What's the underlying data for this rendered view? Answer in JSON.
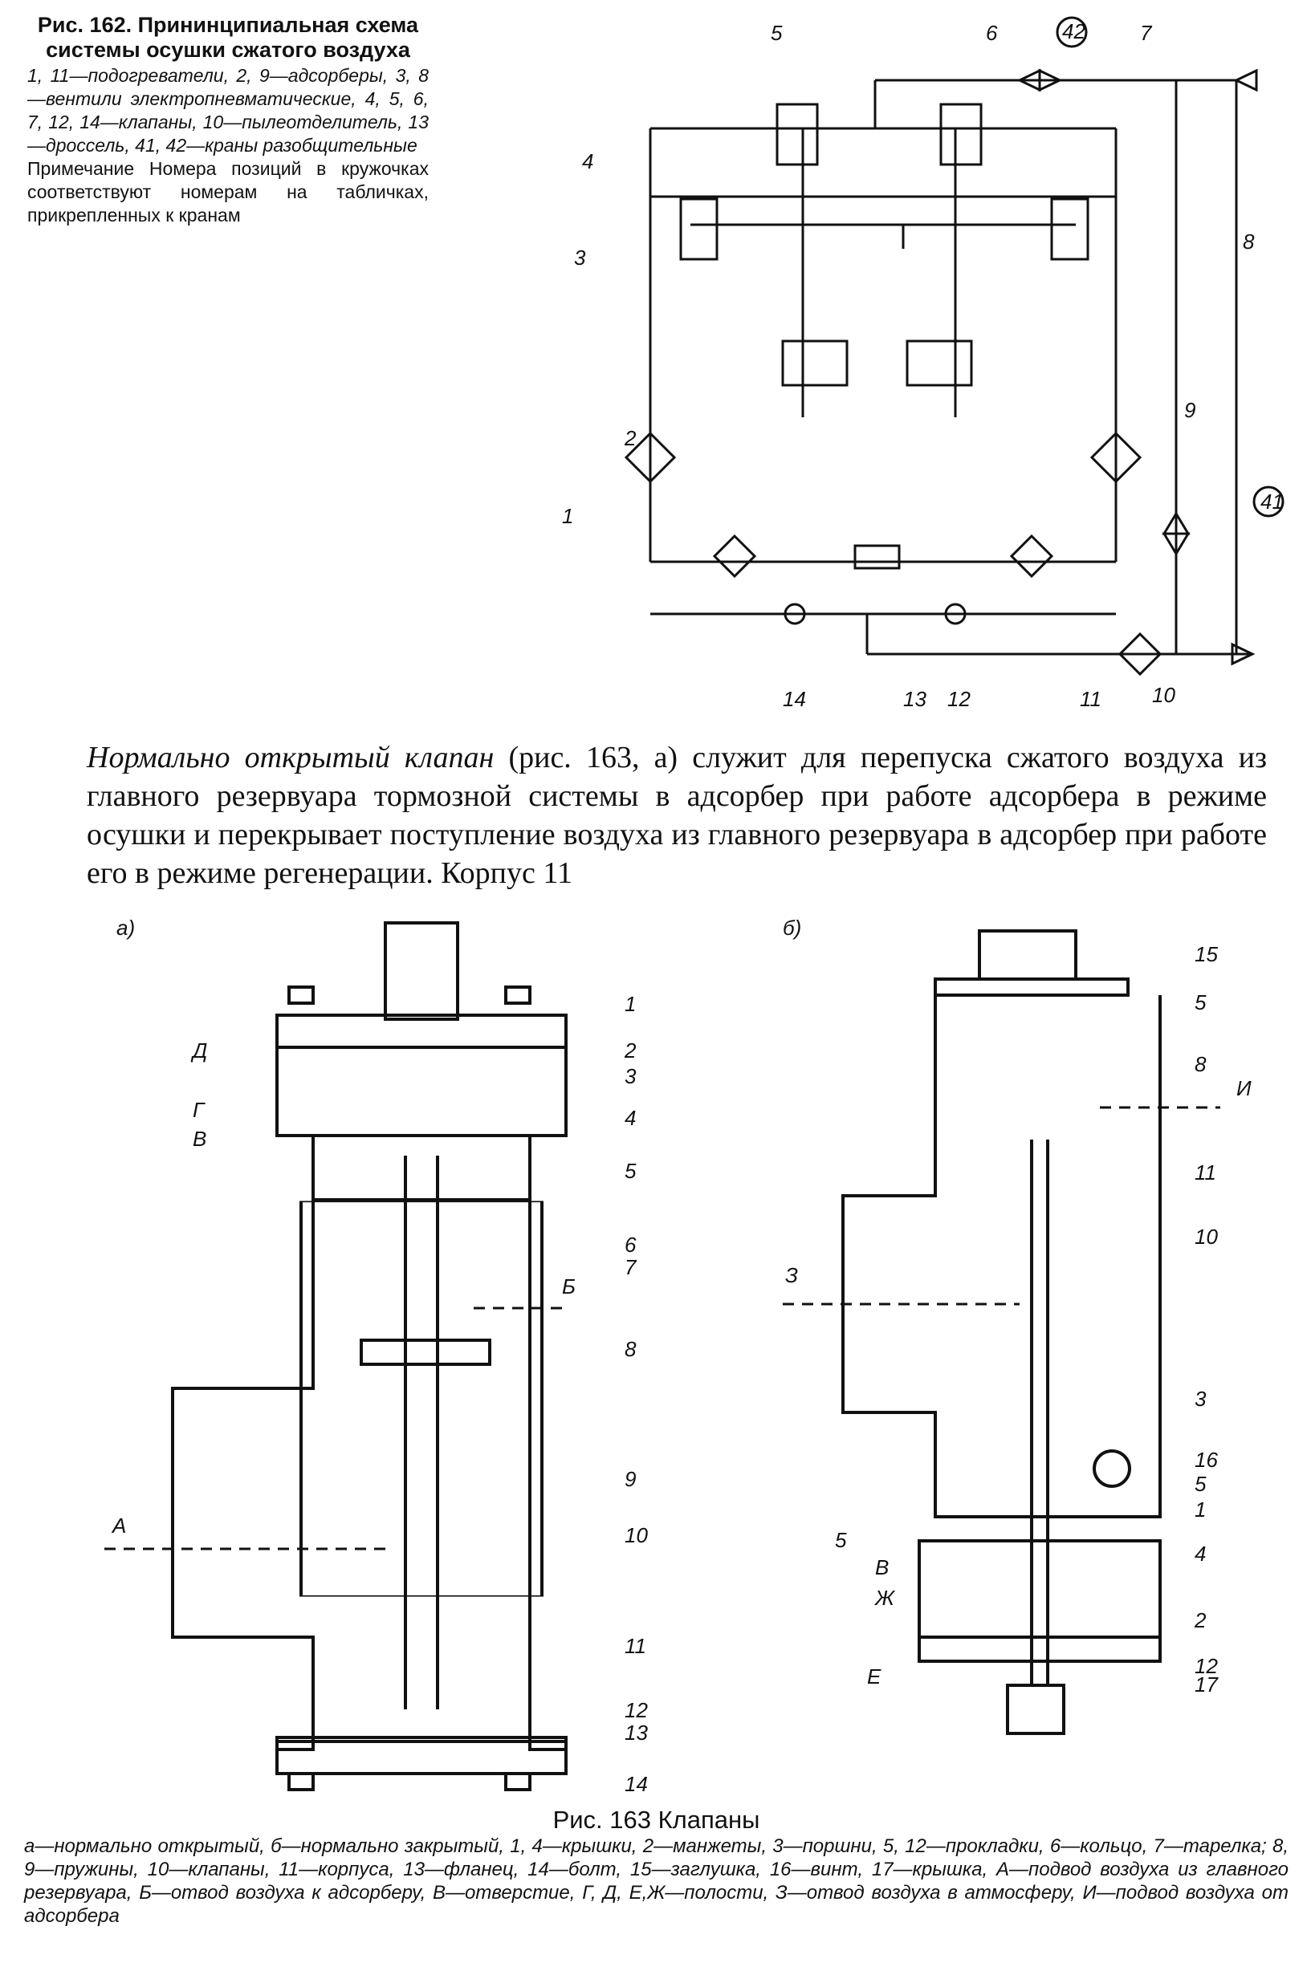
{
  "fig162": {
    "title": "Рис. 162. Прининципиальная схема системы осушки сжатого воздуха",
    "desc": "1, 11—подогреватели, 2, 9—адсорберы, 3, 8—вентили электропневматические, 4, 5, 6, 7, 12, 14—клапаны, 10—пылеотделитель, 13—дроссель, 41, 42—краны разобщительные",
    "note": "Примечание Номера позиций в кружочках соответствуют номерам на табличках, прикрепленных к кранам",
    "labels": [
      "1",
      "2",
      "3",
      "4",
      "5",
      "6",
      "7",
      "8",
      "9",
      "10",
      "11",
      "12",
      "13",
      "14",
      "41",
      "42"
    ]
  },
  "paragraph": {
    "lead": "Нормально открытый клапан",
    "text": " (рис. 163, а) служит для перепуска сжатого воздуха из главного резервуара тормозной системы в адсорбер при работе адсорбера в режиме осушки и перекрывает поступление воздуха из главного резервуара в адсорбер при работе его в режиме регенерации. Корпус 11"
  },
  "fig163": {
    "sub_a": "а)",
    "sub_b": "б)",
    "labels_a": [
      "1",
      "2",
      "3",
      "4",
      "5",
      "6",
      "7",
      "8",
      "9",
      "10",
      "11",
      "12",
      "13",
      "14",
      "Д",
      "Г",
      "В",
      "А",
      "Б"
    ],
    "labels_b": [
      "15",
      "5",
      "8",
      "И",
      "11",
      "10",
      "З",
      "3",
      "16",
      "5",
      "1",
      "5",
      "4",
      "В",
      "Ж",
      "2",
      "12",
      "Е",
      "17"
    ],
    "title": "Рис. 163 Клапаны",
    "desc": "а—нормально открытый, б—нормально закрытый, 1, 4—крышки, 2—манжеты, 3—поршни, 5, 12—прокладки, 6—кольцо, 7—тарелка; 8, 9—пружины, 10—клапаны, 11—корпуса, 13—фланец, 14—болт, 15—заглушка, 16—винт, 17—крышка, А—подвод воздуха из главного резервуара, Б—отвод воздуха к адсорберу, В—отверстие, Г, Д, Е,Ж—полости, З—отвод воздуха в атмосферу, И—подвод воздуха от адсорбера"
  }
}
